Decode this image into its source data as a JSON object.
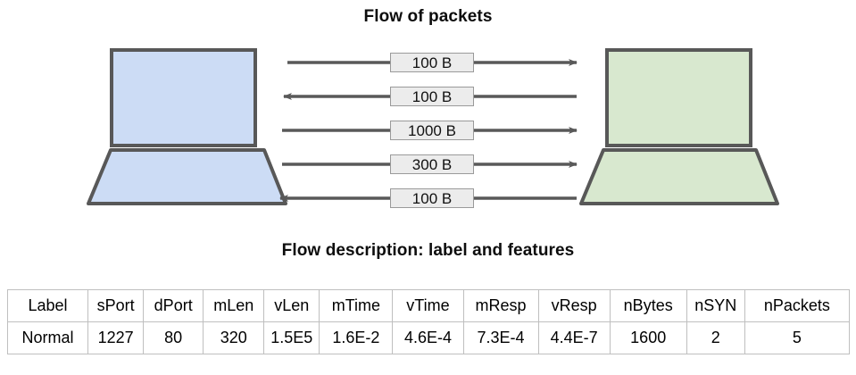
{
  "figure": {
    "title_packets": "Flow of packets",
    "title_flow_description": "Flow description: label and features"
  },
  "diagram": {
    "left_host": {
      "name": "client-laptop",
      "fill": "#ccdcf5",
      "stroke": "#585858"
    },
    "right_host": {
      "name": "server-laptop",
      "fill": "#d8e8cf",
      "stroke": "#585858"
    },
    "arrow_color": "#595959",
    "packets": [
      {
        "label": "100 B",
        "direction": "right"
      },
      {
        "label": "100 B",
        "direction": "left"
      },
      {
        "label": "1000 B",
        "direction": "right"
      },
      {
        "label": "300 B",
        "direction": "right"
      },
      {
        "label": "100 B",
        "direction": "left"
      }
    ]
  },
  "table": {
    "columns": [
      "Label",
      "sPort",
      "dPort",
      "mLen",
      "vLen",
      "mTime",
      "vTime",
      "mResp",
      "vResp",
      "nBytes",
      "nSYN",
      "nPackets"
    ],
    "rows": [
      [
        "Normal",
        "1227",
        "80",
        "320",
        "1.5E5",
        "1.6E-2",
        "4.6E-4",
        "7.3E-4",
        "4.4E-7",
        "1600",
        "2",
        "5"
      ]
    ]
  }
}
